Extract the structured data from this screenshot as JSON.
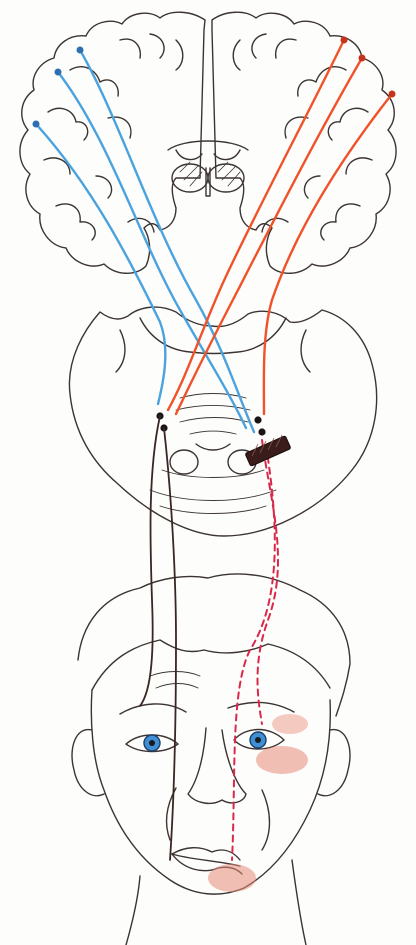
{
  "palette": {
    "paper": "#fdfdfb",
    "outline": "#3b3433",
    "blue_pathway": "#4aa3de",
    "red_pathway": "#f0522a",
    "dark_nerve": "#3a2622",
    "lesion_dashed": "#d9284a",
    "blush": "#e88a78",
    "iris": "#3f8fd6",
    "lesion_fill": "#3a1d1a"
  },
  "regions": [
    "brain-coronal-section",
    "brainstem-pons-section",
    "face"
  ],
  "pathways": [
    {
      "name": "blue-corticobulbar",
      "color_key": "blue_pathway",
      "count": 3
    },
    {
      "name": "red-corticobulbar",
      "color_key": "red_pathway",
      "count": 3
    },
    {
      "name": "facial-nerve-intact",
      "color_key": "dark_nerve",
      "count": 2
    },
    {
      "name": "facial-nerve-lesioned",
      "color_key": "lesion_dashed",
      "count": 2
    }
  ],
  "lesion": {
    "icon": "lesion-block-icon"
  }
}
